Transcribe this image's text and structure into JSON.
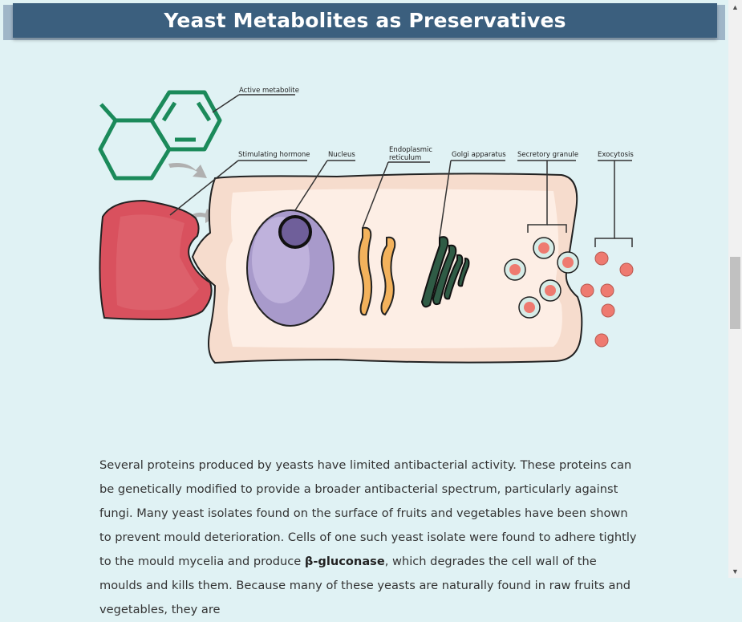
{
  "header": {
    "title": "Yeast Metabolites as Preservatives"
  },
  "diagram": {
    "labels": {
      "active_metabolite": "Active metabolite",
      "stimulating_hormone": "Stimulating hormone",
      "nucleus": "Nucleus",
      "er_line1": "Endoplasmic",
      "er_line2": "reticulum",
      "golgi": "Golgi apparatus",
      "secretory_granule": "Secretory granule",
      "exocytosis": "Exocytosis"
    }
  },
  "content": {
    "para_before": "Several proteins produced by yeasts have limited antibacterial activity. These proteins can be genetically modified to provide a broader antibacterial spectrum, particularly against fungi. Many yeast isolates found on the surface of fruits and vegetables have been shown to prevent mould deterioration. Cells of one such yeast isolate were found to adhere tightly to the mould mycelia and produce ",
    "para_bold": "β-gluconase",
    "para_after": ", which degrades the cell wall of the moulds and kills them. Because many of these yeasts are naturally found in raw fruits and vegetables, they are"
  },
  "scrollbar": {
    "up_icon": "▲",
    "down_icon": "▼"
  },
  "colors": {
    "title_bar": "#3b5f7e",
    "background": "#e0f2f4",
    "molecule": "#1b8a5a",
    "hormone": "#d9515e",
    "nucleus": "#a89acb",
    "granule": "#ee7a70"
  }
}
